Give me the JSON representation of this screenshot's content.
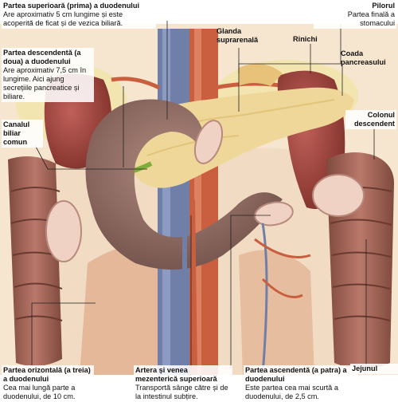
{
  "labels": {
    "duodenum_superior": {
      "title": "Partea superioară (prima) a duodenului",
      "desc": "Are aproximativ 5 cm lungime și este acoperită de ficat și de vezica biliară."
    },
    "pylorus": {
      "title": "Pilorul",
      "desc": "Partea finală a stomacului"
    },
    "adrenal": {
      "title": "Glanda suprarenală"
    },
    "kidney": {
      "title": "Rinichi"
    },
    "pancreas_tail": {
      "title": "Coada pancreasului"
    },
    "duodenum_descending": {
      "title": "Partea descendentă (a doua) a duodenului",
      "desc": "Are aproximativ 7,5 cm în lungime. Aici ajung secrețiile pancreatice și biliare."
    },
    "bile_duct": {
      "title": "Canalul biliar comun"
    },
    "colon_descending": {
      "title": "Colonul descendent"
    },
    "duodenum_horizontal": {
      "title": "Partea orizontală (a treia) a duodenului",
      "desc": "Cea mai lungă parte a duodenului, de 10 cm."
    },
    "mesenteric": {
      "title": "Artera și venea mezenterică superioară",
      "desc": "Transportă sânge către și de la intestinul subțire."
    },
    "duodenum_ascending": {
      "title": "Partea ascendentă (a patra) a duodenului",
      "desc": "Este partea cea mai scurtă a duodenului, de 2,5 cm."
    },
    "jejunum": {
      "title": "Jejunul"
    }
  },
  "colors": {
    "duodenum": "#8c6a62",
    "pancreas": "#efd79a",
    "kidney": "#a54a3f",
    "colon": "#a9685a",
    "vein": "#6f7fa8",
    "artery": "#c95f3f",
    "fat": "#f3e5b0",
    "background": "#f6e6cf"
  }
}
